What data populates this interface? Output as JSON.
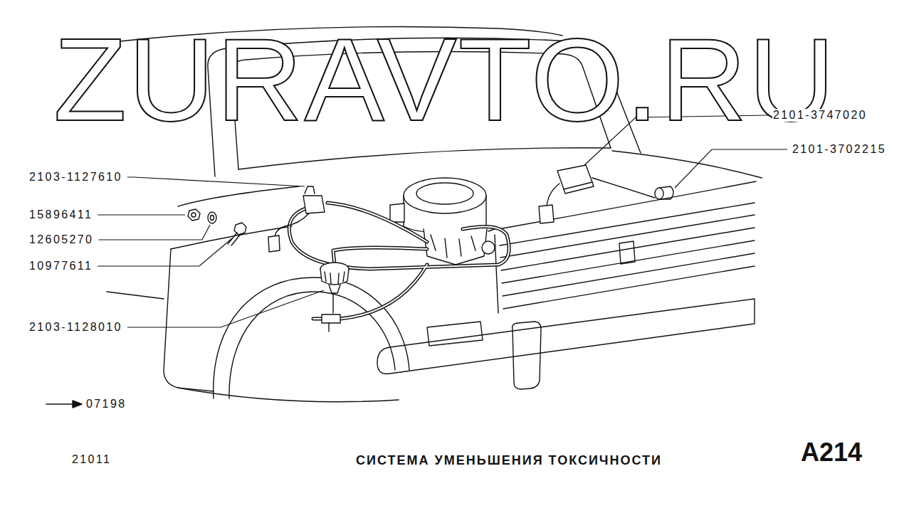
{
  "diagram": {
    "title": "СИСТЕМА УМЕНЬШЕНИЯ ТОКСИЧНОСТИ",
    "labels": [
      "ZURAVTO.RU",
      "2101-3747020",
      "2101-3702215",
      "2103-1127610",
      "15896411",
      "12605270",
      "10977611",
      "2103-1128010",
      "07198",
      "21011",
      "A214"
    ]
  }
}
